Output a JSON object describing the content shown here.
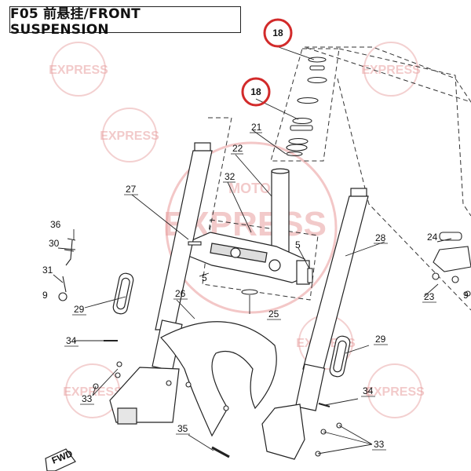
{
  "title": "F05 前悬挂/FRONT SUSPENSION",
  "watermark": {
    "top": "MOTO",
    "main": "EXPRESS",
    "accent": "#d22a2a"
  },
  "highlight_color": "#d22a2a",
  "fwd_label": "FWD",
  "callouts": {
    "c18a": "18",
    "c18b": "18",
    "c21": "21",
    "c22": "22",
    "c32": "32",
    "c27": "27",
    "c28": "28",
    "c36": "36",
    "c30": "30",
    "c31": "31",
    "c9a": "9",
    "c9b": "9",
    "c5a": "5",
    "c5b": "5",
    "c24": "24",
    "c29a": "29",
    "c29b": "29",
    "c26": "26",
    "c25": "25",
    "c23": "23",
    "c34a": "34",
    "c34b": "34",
    "c33a": "33",
    "c33b": "33",
    "c35": "35"
  }
}
